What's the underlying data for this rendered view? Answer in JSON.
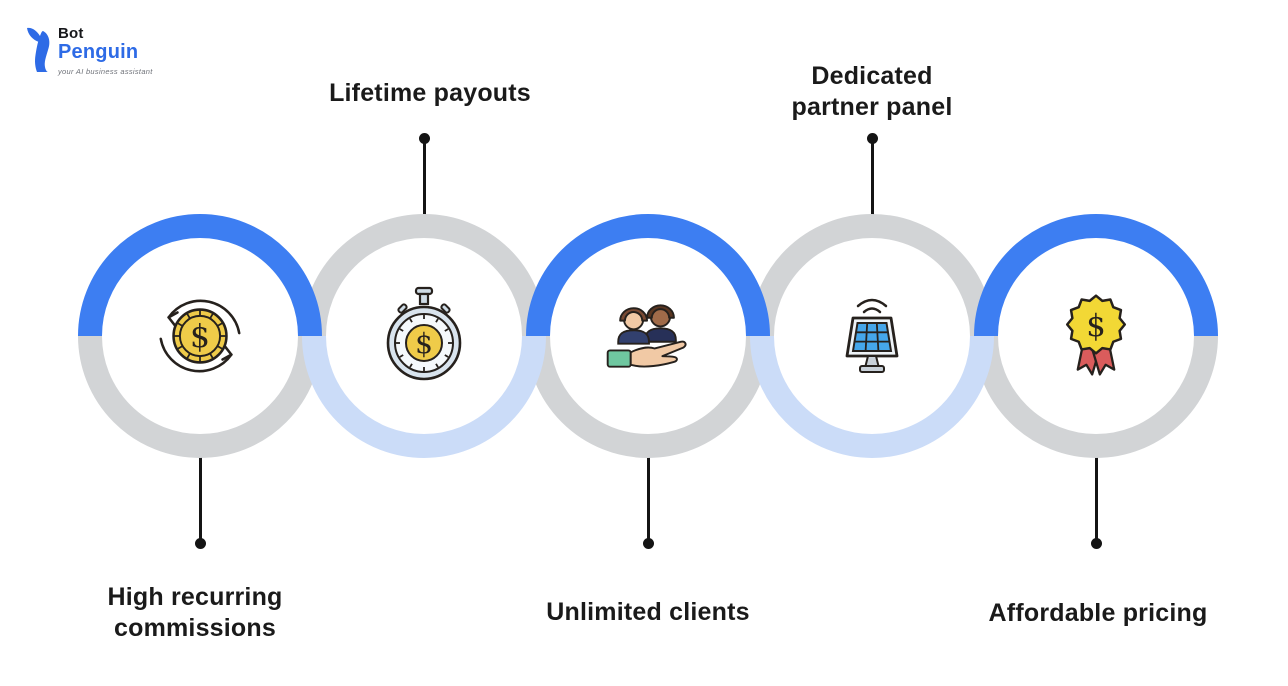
{
  "logo": {
    "brand_top": "Bot",
    "brand_bottom": "Penguin",
    "tagline": "your AI business assistant"
  },
  "glyphs": {
    "dollar": "$"
  },
  "colors": {
    "accent_blue": "#3D7EF2",
    "light_blue": "#CBDCF8",
    "ring_gray": "#D2D4D6",
    "label_text": "#1A1A1A",
    "logo_blue": "#2E6BE6",
    "coin_yellow": "#EFCB49",
    "panel_blue": "#45A6EA",
    "ribbon_red": "#DA5C5C"
  },
  "steps": [
    {
      "label": "High recurring commissions",
      "icon": "coin-refresh-icon",
      "label_position": "below"
    },
    {
      "label": "Lifetime payouts",
      "icon": "stopwatch-dollar-icon",
      "label_position": "above"
    },
    {
      "label": "Unlimited clients",
      "icon": "clients-in-hand-icon",
      "label_position": "below"
    },
    {
      "label": "Dedicated partner panel",
      "icon": "solar-panel-icon",
      "label_position": "above"
    },
    {
      "label": "Affordable pricing",
      "icon": "dollar-badge-icon",
      "label_position": "below"
    }
  ]
}
